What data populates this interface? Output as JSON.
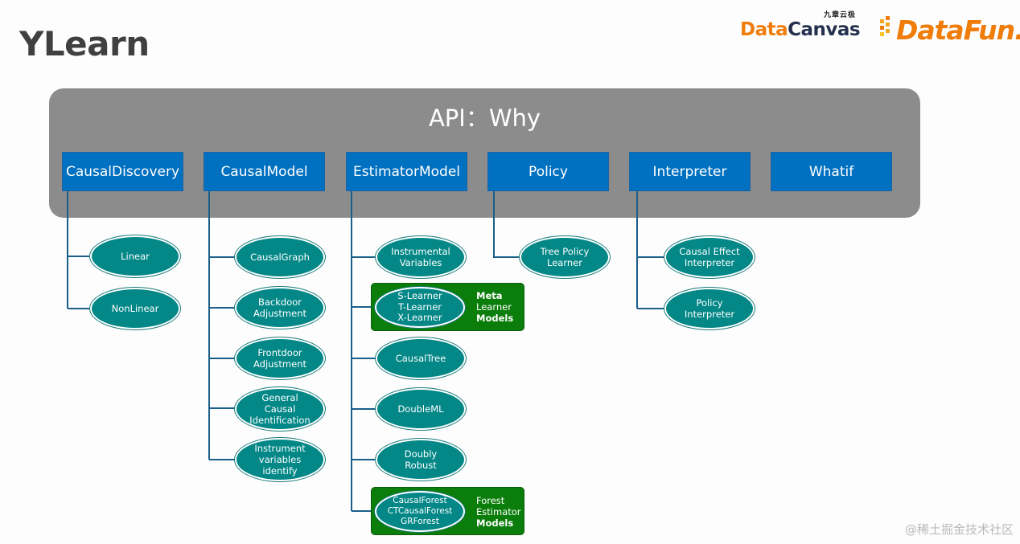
{
  "title": "YLearn",
  "logos": {
    "datacanvas_main_a": "Data",
    "datacanvas_main_b": "Canvas",
    "datacanvas_sub": "九章云极",
    "datafun": "DataFun."
  },
  "api_title": "API：Why",
  "categories": [
    "CausalDiscovery",
    "CausalModel",
    "EstimatorModel",
    "Policy",
    "Interpreter",
    "Whatif"
  ],
  "causal_discovery": [
    "Linear",
    "NonLinear"
  ],
  "causal_model": [
    "CausalGraph",
    "Backdoor\nAdjustment",
    "Frontdoor\nAdjustment",
    "General\nCausal\nIdentification",
    "Instrument\nvariables\nidentify"
  ],
  "estimator_model": {
    "instrumental": "Instrumental\nVariables",
    "meta_group": {
      "members": "S-Learner\nT-Learner\nX-Learner",
      "label_1": "Meta",
      "label_2": "Learner",
      "label_3": "Models"
    },
    "others": [
      "CausalTree",
      "DoubleML",
      "Doubly\nRobust"
    ],
    "forest_group": {
      "members": "CausalForest\nCTCausalForest\nGRForest",
      "label_1": "Forest",
      "label_2": "Estimator",
      "label_3": "Models"
    }
  },
  "policy": [
    "Tree Policy\nLearner"
  ],
  "interpreter": [
    "Causal Effect\nInterpreter",
    "Policy\nInterpreter"
  ],
  "watermark": "@稀土掘金技术社区",
  "colors": {
    "panel": "#8c8c8c",
    "category": "#0070c0",
    "node": "#038787",
    "group": "#0a7d0a",
    "line": "#1a5f8a"
  }
}
